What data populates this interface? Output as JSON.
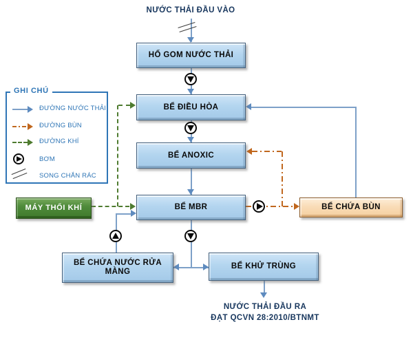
{
  "inlet_label": "NƯỚC THẢI ĐẦU VÀO",
  "outlet": {
    "line1": "NƯỚC THẢI ĐẦU RA",
    "line2": "ĐẠT QCVN 28:2010/BTNMT"
  },
  "boxes": {
    "ho_gom": "HỐ GOM NƯỚC THẢI",
    "dieu_hoa": "BỂ ĐIỀU HÒA",
    "anoxic": "BỂ ANOXIC",
    "mbr": "BỂ MBR",
    "may_thoi_khi": "MÁY THỔI KHÍ",
    "chua_bun": "BỂ CHỨA BÙN",
    "rua_mang": "BỂ CHỨA NƯỚC RỬA MÀNG",
    "khu_trung": "BỂ KHỬ TRÙNG"
  },
  "legend": {
    "title": "GHI CHÚ",
    "items": [
      {
        "type": "water-line",
        "label": "ĐƯỜNG NƯỚC THẢI"
      },
      {
        "type": "sludge-line",
        "label": "ĐƯỜNG BÙN"
      },
      {
        "type": "air-line",
        "label": "ĐƯỜNG KHÍ"
      },
      {
        "type": "pump",
        "label": "BƠM"
      },
      {
        "type": "bar-screen",
        "label": "SONG CHẮN RÁC"
      }
    ]
  },
  "colors": {
    "water-line": "#7da0c8",
    "water-arrow": "#5e8bbf",
    "sludge-line": "#c0671e",
    "air-line": "#4e7b2f",
    "navy-text": "#17365d",
    "legend-blue": "#2e75b6",
    "tank-fill": "#b3d5ef",
    "blower-fill": "#4f8b3b",
    "sludge-tank-fill": "#f9dcb7"
  }
}
